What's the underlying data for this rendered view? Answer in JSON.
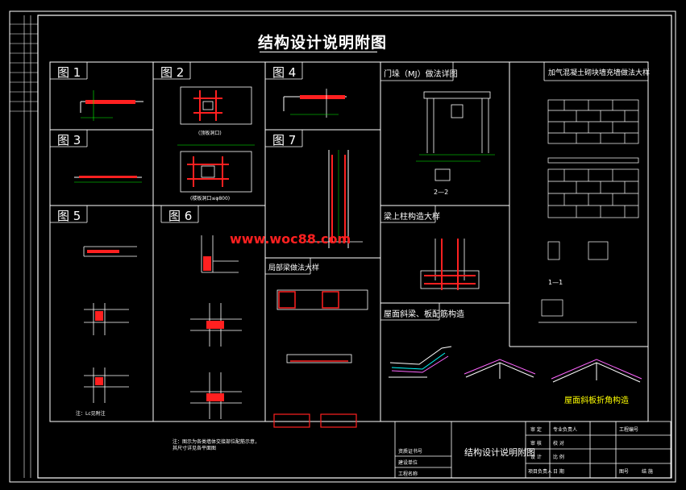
{
  "sheet": {
    "title": "结构设计说明附图",
    "watermark": "www.woc88.com"
  },
  "panels": {
    "fig1": "图 1",
    "fig2": "图 2",
    "fig3": "图 3",
    "fig4": "图 4",
    "fig5": "图 5",
    "fig6": "图 6",
    "fig7": "图 7",
    "lintel": "门垛（MJ）做法详图",
    "aerated": "加气混凝土砌块墙充墙做法大样",
    "ring_beam": "梁上柱构造大样",
    "local_beam": "局部梁做法大样",
    "roof_slab": "屋面斜梁、板配筋构造",
    "roof_eave": "屋面斜板折角构造"
  },
  "notes": {
    "section_22": "2—2",
    "section_11": "1—1",
    "fig2_caption": "(顶板洞口)",
    "fig2_caption2": "(楼板洞口≤φ800)",
    "fig5_note": "注：Lc见附注",
    "fig6_note": "注：图示为各类墙体交接部位配筋示意，其尺寸详见各平面图"
  },
  "title_block": {
    "drawing_name": "结构设计说明附图",
    "r1c1": "审 定",
    "r1c2": "专业负责人",
    "r1c3": "工程编号",
    "r2c1": "审 核",
    "r2c2": "校 对",
    "r3c1": "设 计",
    "r3c2": "比 例",
    "r4c1": "项目负责人",
    "r4c2": "日 期",
    "r4c3": "图号",
    "r4c4": "结 施",
    "left1": "资质证书号",
    "left2": "建设单位",
    "left3": "工程名称"
  },
  "colors": {
    "line": "#ffffff",
    "rebar": "#ff2020",
    "dim": "#00ff00",
    "text_yellow": "#ffff00",
    "accent": "#ff66ff"
  }
}
